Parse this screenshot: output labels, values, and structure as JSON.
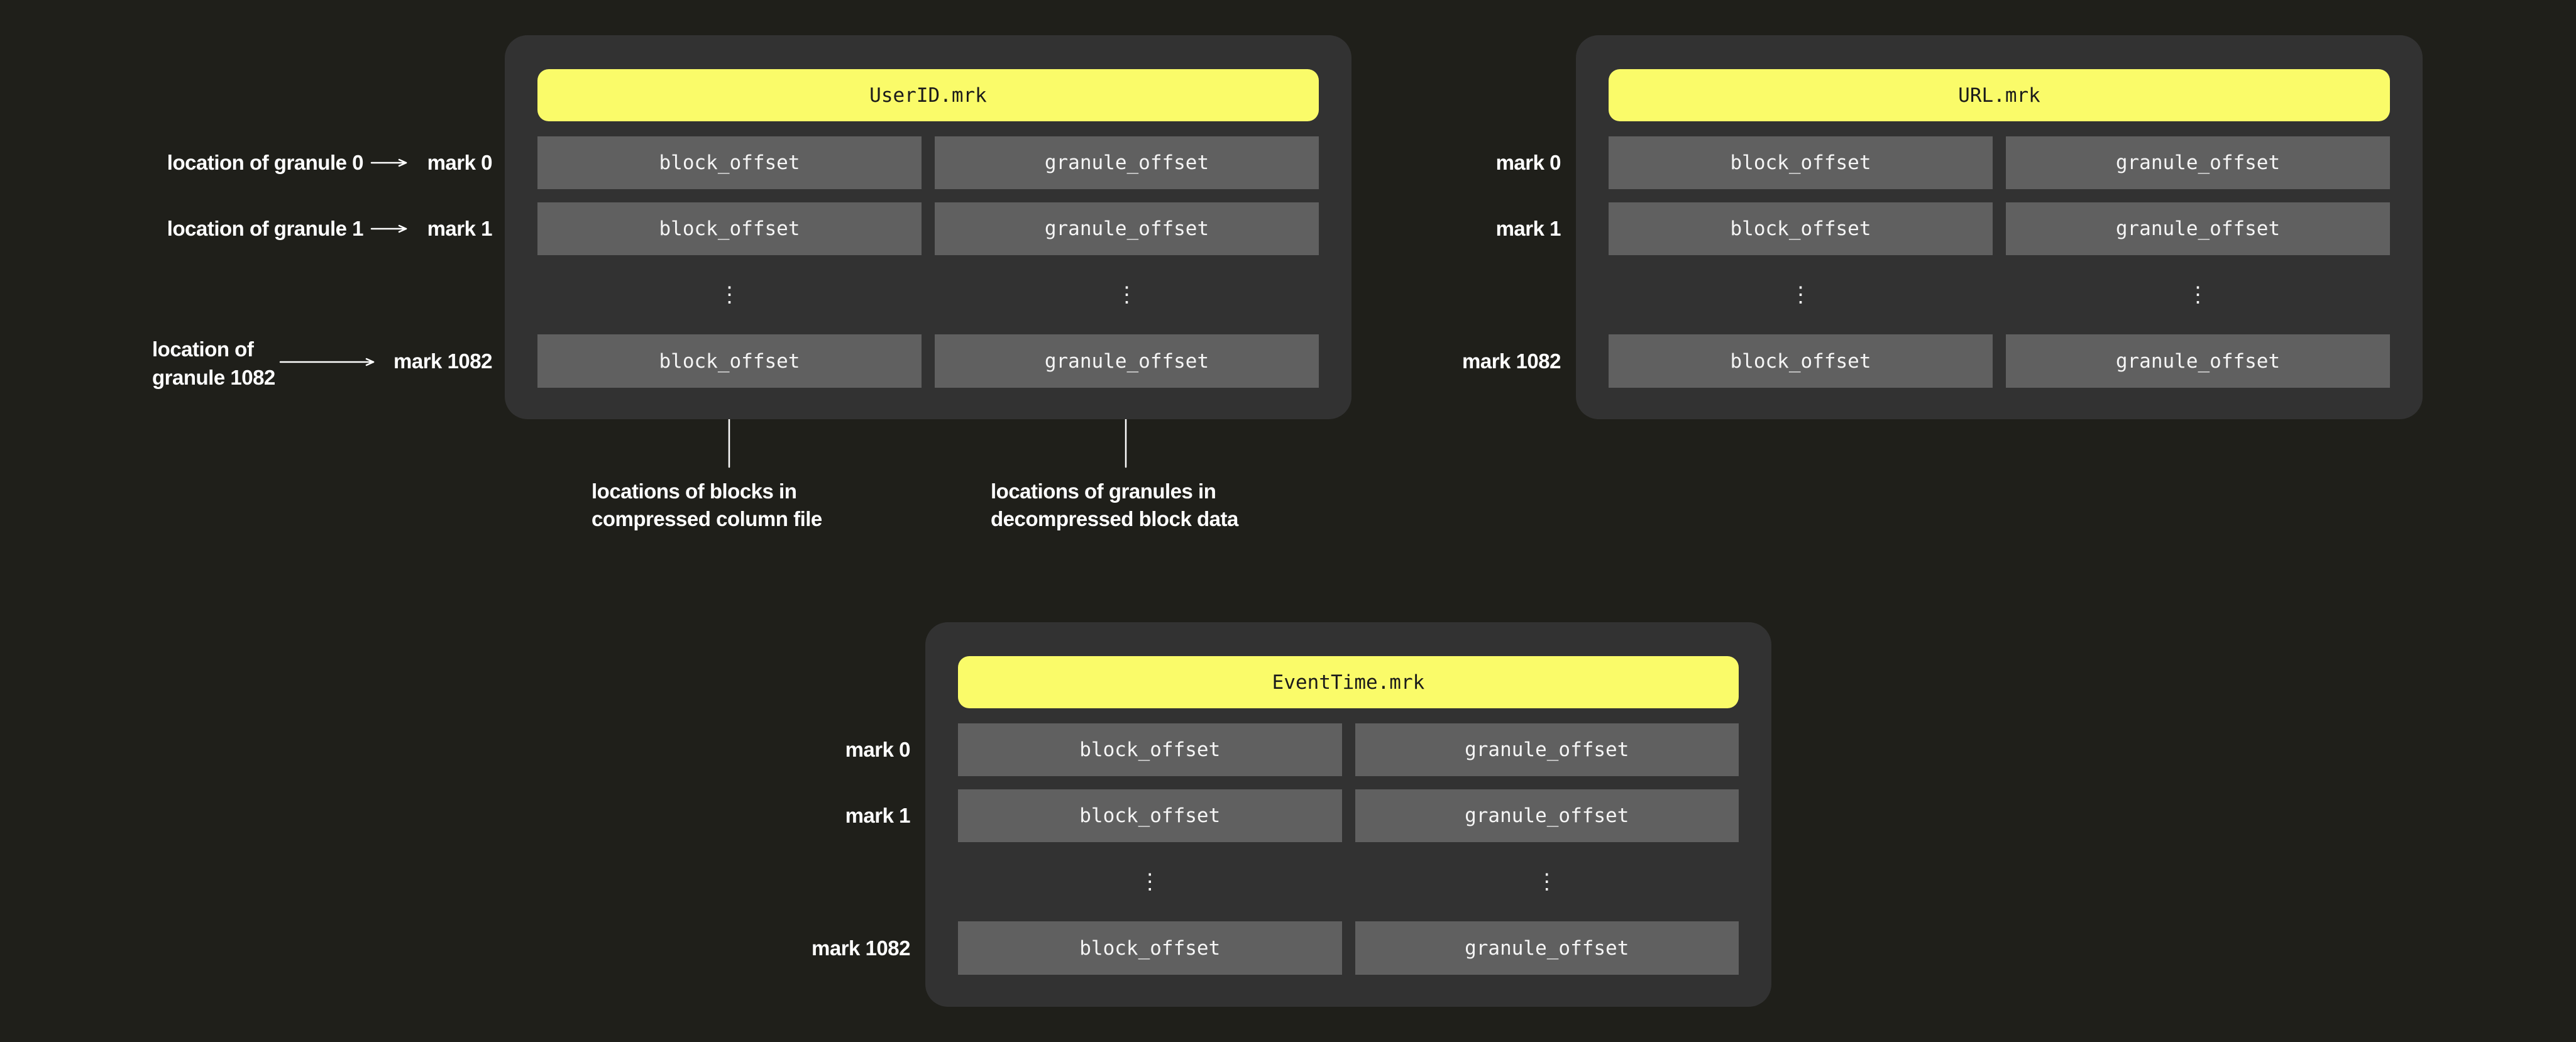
{
  "colors": {
    "background": "#1F1F1A",
    "panel": "#323232",
    "cell": "#606060",
    "header": "#FAFB69",
    "header_text": "#1B1B1B",
    "cell_text": "#F5F5F5",
    "label_text": "#FFFFFF",
    "arrow": "#FFFFFF"
  },
  "panels": [
    {
      "title": "UserID.mrk",
      "ellipsis": "⋮",
      "marks": [
        "mark 0",
        "mark 1",
        "mark 1082"
      ],
      "rows": [
        [
          "block_offset",
          "granule_offset"
        ],
        [
          "block_offset",
          "granule_offset"
        ],
        [
          "block_offset",
          "granule_offset"
        ]
      ]
    },
    {
      "title": "URL.mrk",
      "ellipsis": "⋮",
      "marks": [
        "mark 0",
        "mark 1",
        "mark 1082"
      ],
      "rows": [
        [
          "block_offset",
          "granule_offset"
        ],
        [
          "block_offset",
          "granule_offset"
        ],
        [
          "block_offset",
          "granule_offset"
        ]
      ]
    },
    {
      "title": "EventTime.mrk",
      "ellipsis": "⋮",
      "marks": [
        "mark 0",
        "mark 1",
        "mark 1082"
      ],
      "rows": [
        [
          "block_offset",
          "granule_offset"
        ],
        [
          "block_offset",
          "granule_offset"
        ],
        [
          "block_offset",
          "granule_offset"
        ]
      ]
    }
  ],
  "left_callouts": [
    {
      "text": "location of granule 0"
    },
    {
      "text": "location of granule 1"
    },
    {
      "line1": "location of",
      "line2": "granule 1082"
    }
  ],
  "bottom_callouts": [
    {
      "line1": "locations of blocks in",
      "line2": "compressed column file"
    },
    {
      "line1": "locations of granules in",
      "line2": "decompressed block data"
    }
  ]
}
